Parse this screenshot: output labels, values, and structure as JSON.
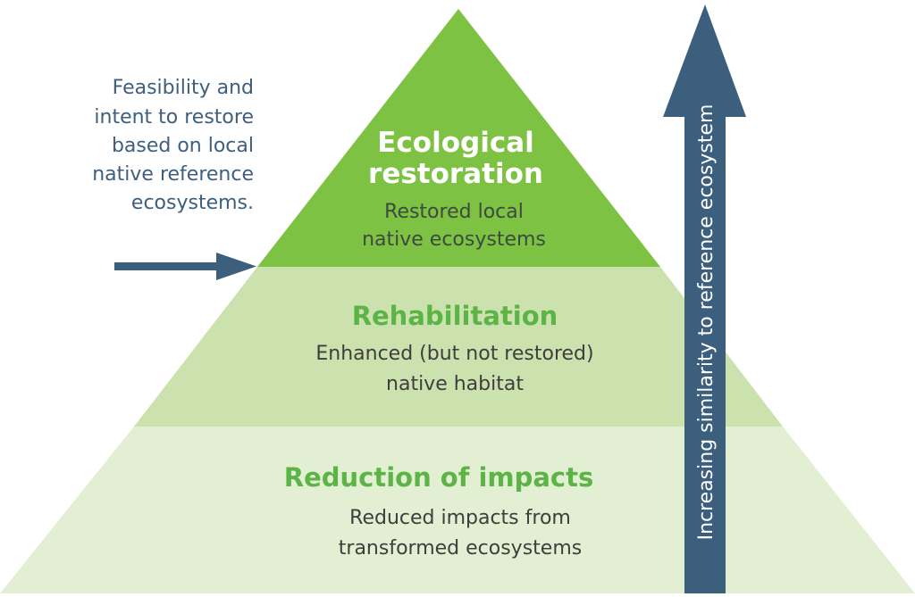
{
  "pyramid": {
    "top": {
      "title_line1": "Ecological",
      "title_line2": "restoration",
      "desc_line1": "Restored local",
      "desc_line2": "native ecosystems",
      "color": "#7dc242"
    },
    "middle": {
      "title": "Rehabilitation",
      "desc_line1": "Enhanced (but not restored)",
      "desc_line2": "native habitat",
      "color": "#cbe2ae"
    },
    "bottom": {
      "title": "Reduction of impacts",
      "desc_line1": "Reduced impacts from",
      "desc_line2": "transformed ecosystems",
      "color": "#e3efd3"
    }
  },
  "threshold_note": {
    "lines": [
      "Feasibility and",
      "intent to restore",
      "based on local",
      "native reference",
      "ecosystems."
    ]
  },
  "similarity_arrow": {
    "label": "Increasing similarity to reference ecosystem",
    "color": "#3d5f7e"
  }
}
